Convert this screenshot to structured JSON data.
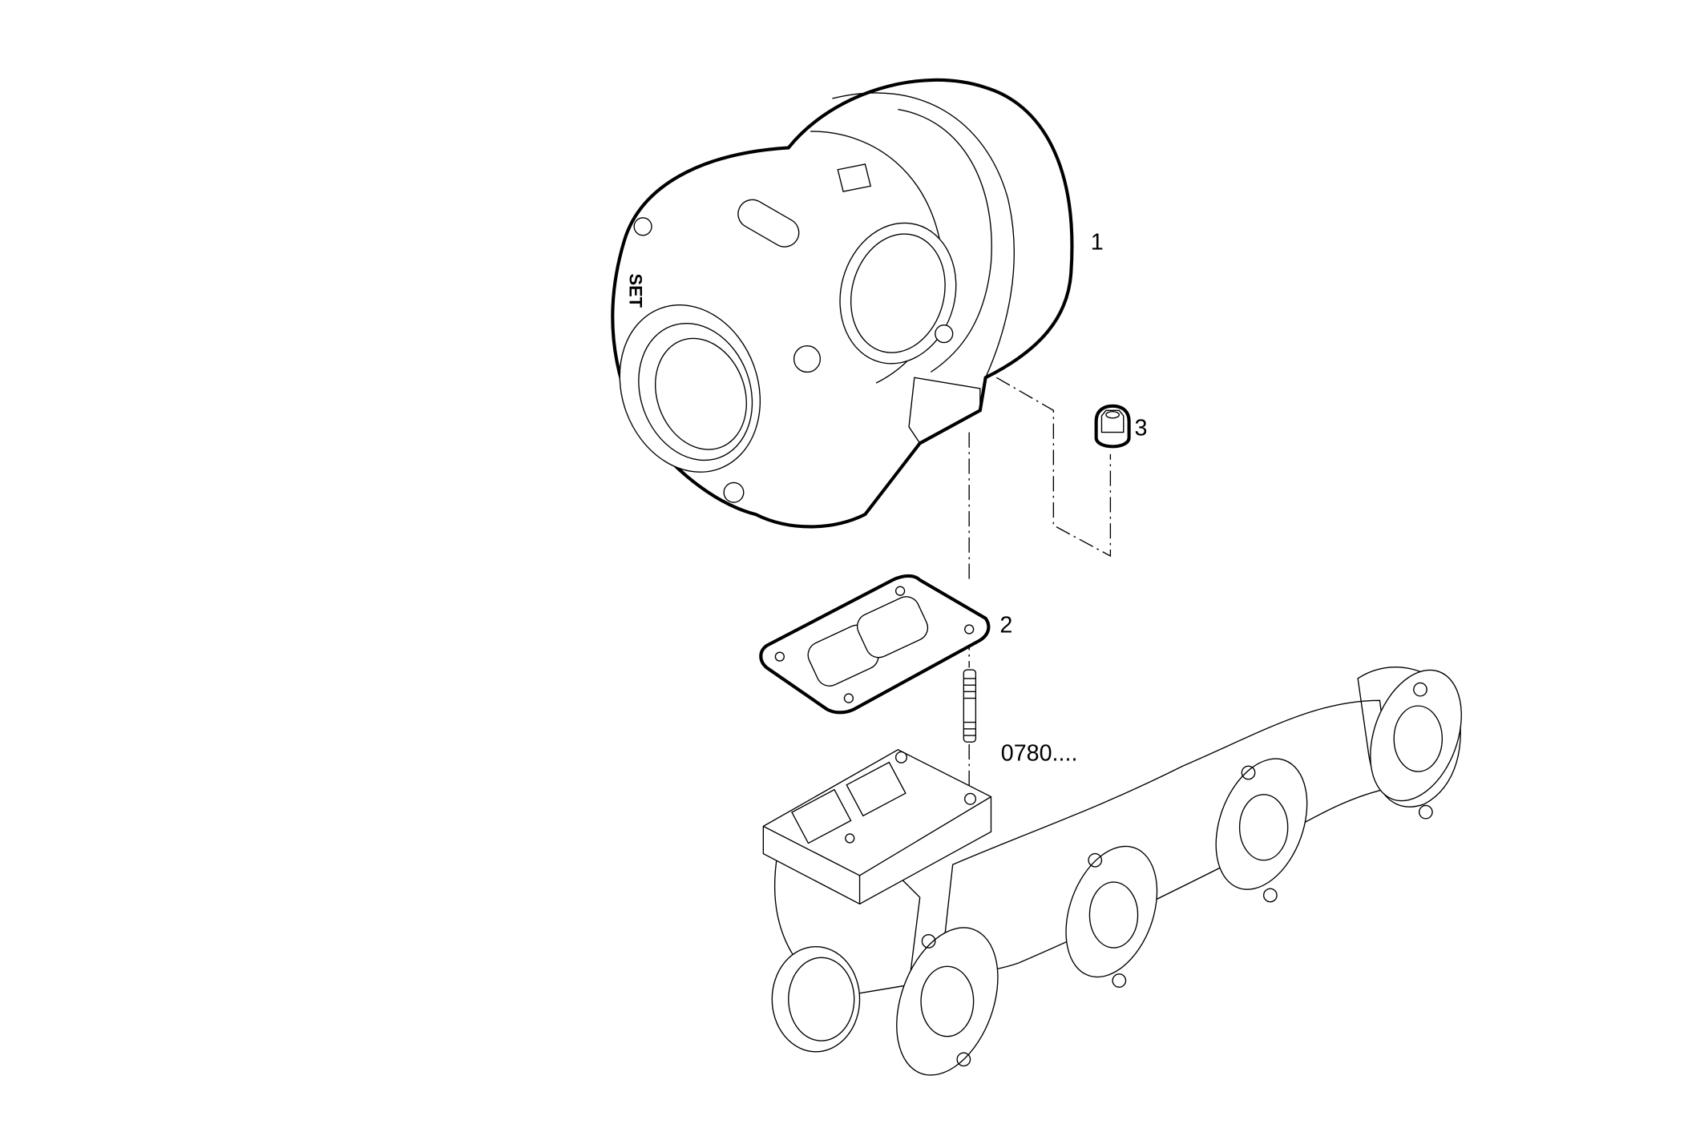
{
  "diagram": {
    "callouts": [
      {
        "id": "1",
        "label": "1",
        "part": "turbocharger"
      },
      {
        "id": "2",
        "label": "2",
        "part": "gasket"
      },
      {
        "id": "3",
        "label": "3",
        "part": "flange-nut"
      }
    ],
    "reference": "0780....",
    "logo_text": "SET",
    "colors": {
      "line": "#000000",
      "background": "#ffffff"
    }
  }
}
